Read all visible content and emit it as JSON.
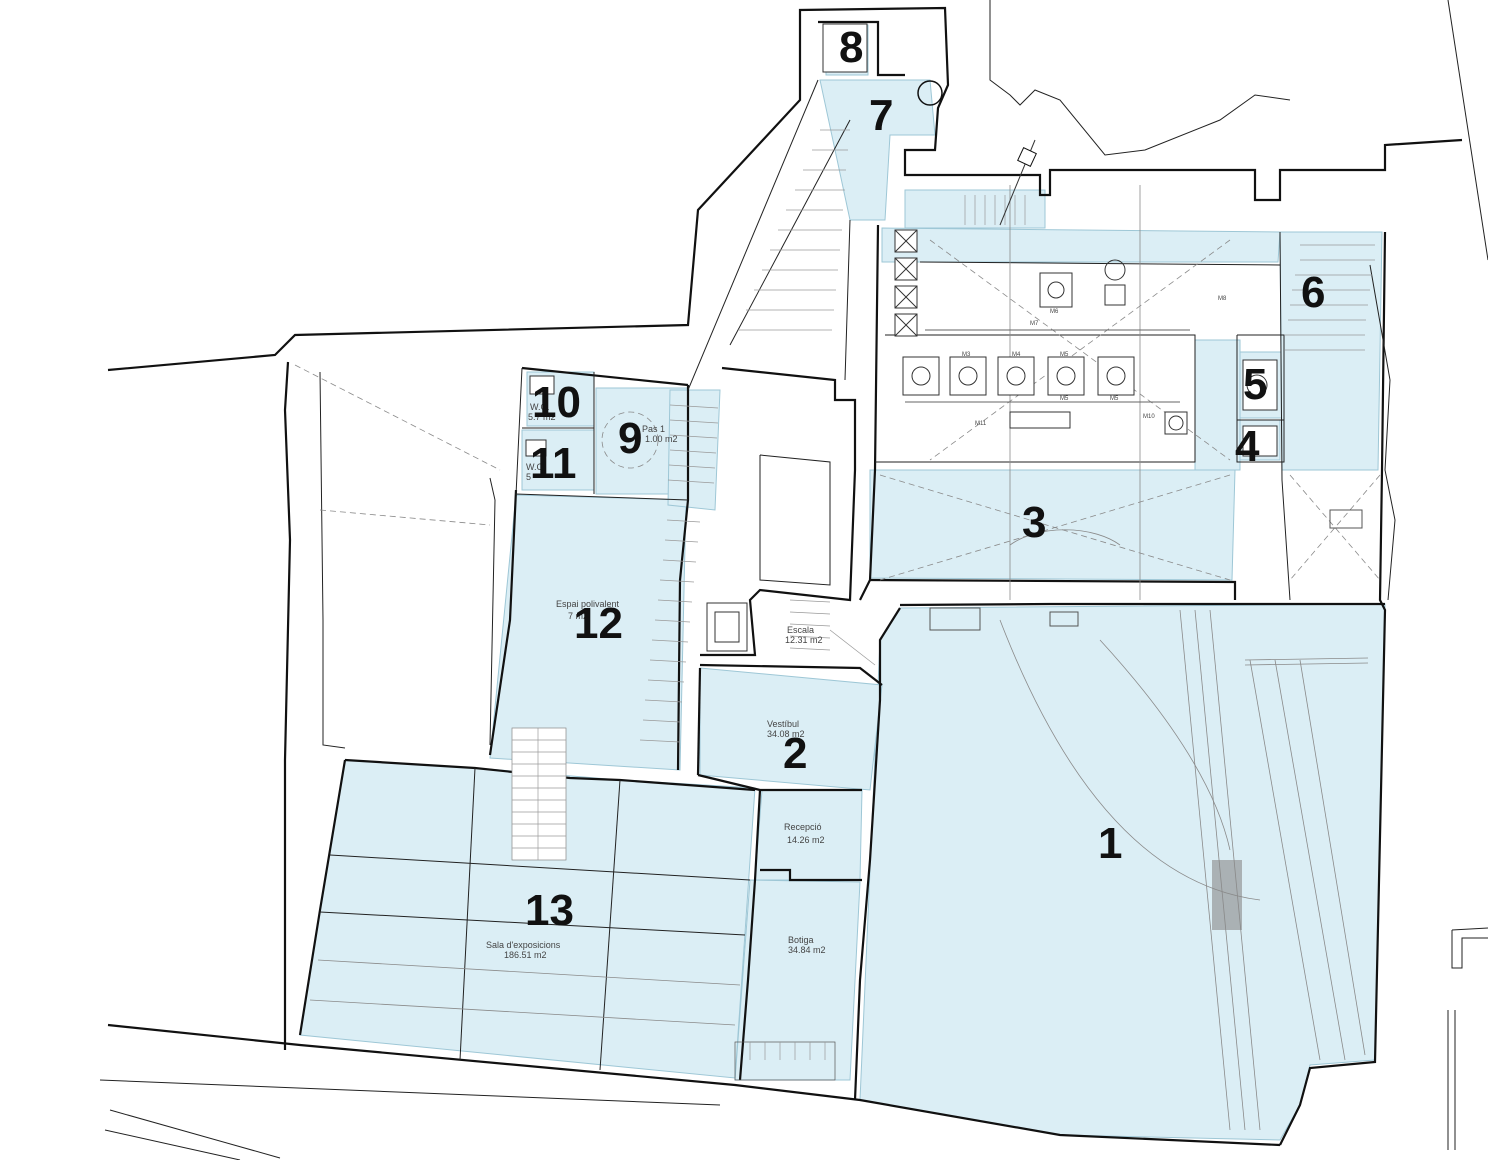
{
  "plan": {
    "rooms": [
      {
        "id": "1",
        "number": "1"
      },
      {
        "id": "2",
        "number": "2",
        "name": "Vestíbul",
        "area": "34.08 m2"
      },
      {
        "id": "3",
        "number": "3"
      },
      {
        "id": "4",
        "number": "4"
      },
      {
        "id": "5",
        "number": "5"
      },
      {
        "id": "6",
        "number": "6"
      },
      {
        "id": "7",
        "number": "7"
      },
      {
        "id": "8",
        "number": "8"
      },
      {
        "id": "9",
        "number": "9",
        "name": "Pas 1",
        "area": "1.00 m2"
      },
      {
        "id": "10",
        "number": "10",
        "name": "W.C.",
        "area": "5.7 m2"
      },
      {
        "id": "11",
        "number": "11",
        "name": "W.C.",
        "area": "5"
      },
      {
        "id": "12",
        "number": "12",
        "name": "Espai polivalent",
        "area": "7 m2"
      },
      {
        "id": "13",
        "number": "13",
        "name": "Sala d'exposicions",
        "area": "186.51 m2"
      }
    ],
    "extra_labels": {
      "escala_name": "Escala",
      "escala_area": "12.31 m2",
      "recepcio_name": "Recepció",
      "recepcio_area": "14.26 m2",
      "botiga_name": "Botiga",
      "botiga_area": "34.84 m2"
    },
    "machine_labels": [
      "M3",
      "M4",
      "M5",
      "M5",
      "M5",
      "M6",
      "M7",
      "M8",
      "M10",
      "M11"
    ],
    "colors": {
      "room_fill": "#dbeef5",
      "wall": "#111111"
    }
  }
}
